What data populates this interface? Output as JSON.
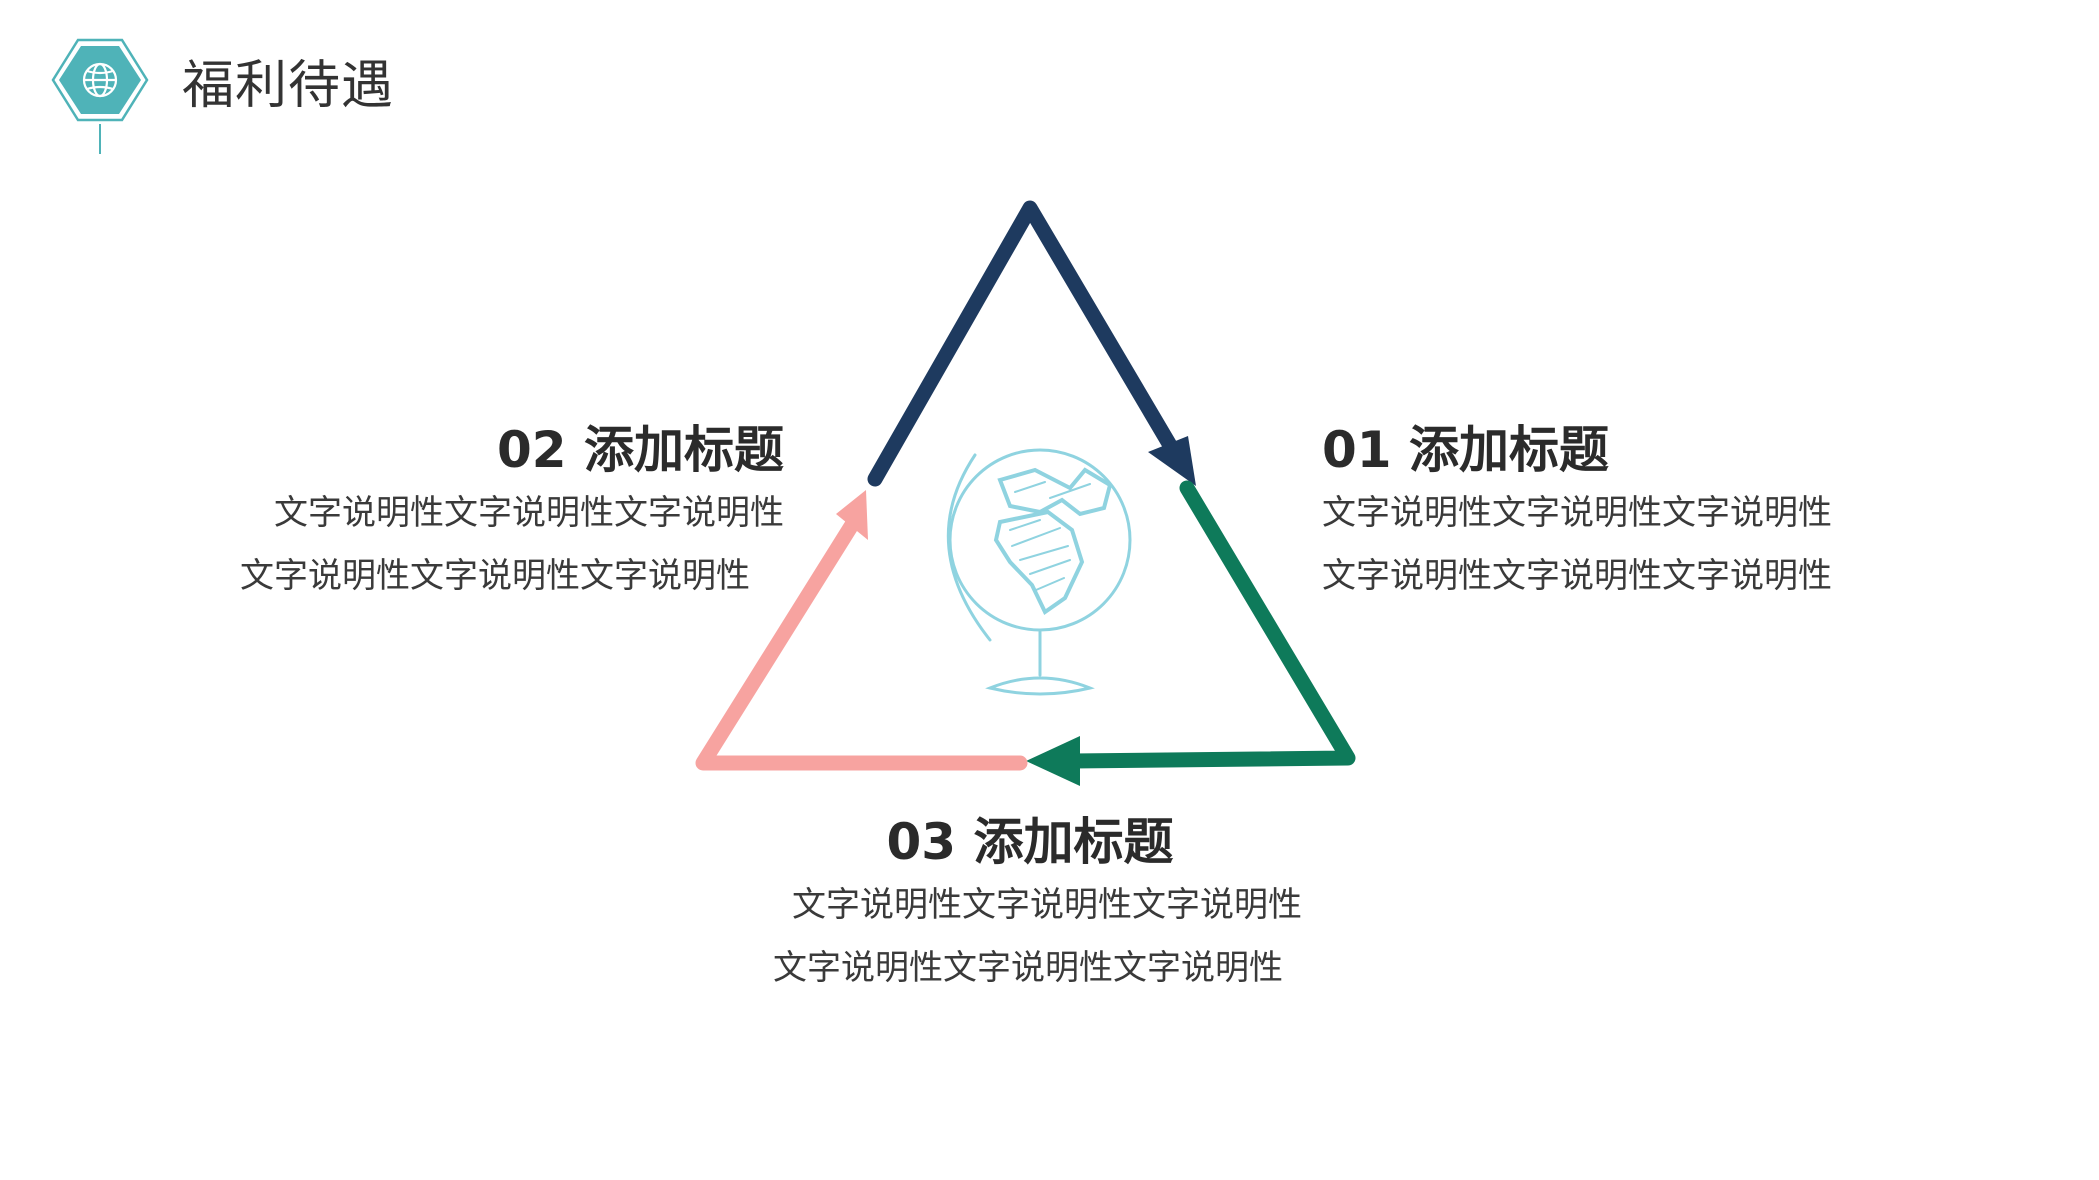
{
  "page": {
    "title": "福利待遇",
    "icon": "globe-icon"
  },
  "colors": {
    "teal": "#4fb3b8",
    "navy": "#1e3a5f",
    "green": "#0e7a5a",
    "pink": "#f7a3a0",
    "globe_sketch": "#8fd3e0"
  },
  "blocks": [
    {
      "id": "01",
      "title": "01 添加标题",
      "lines": [
        "文字说明性文字说明性文字说明性",
        "文字说明性文字说明性文字说明性"
      ]
    },
    {
      "id": "02",
      "title": "02 添加标题",
      "lines": [
        "文字说明性文字说明性文字说明性",
        "文字说明性文字说明性文字说明性"
      ]
    },
    {
      "id": "03",
      "title": "03 添加标题",
      "lines": [
        "文字说明性文字说明性文字说明性",
        "文字说明性文字说明性文字说明性"
      ]
    }
  ],
  "center_illustration": "globe-sketch"
}
